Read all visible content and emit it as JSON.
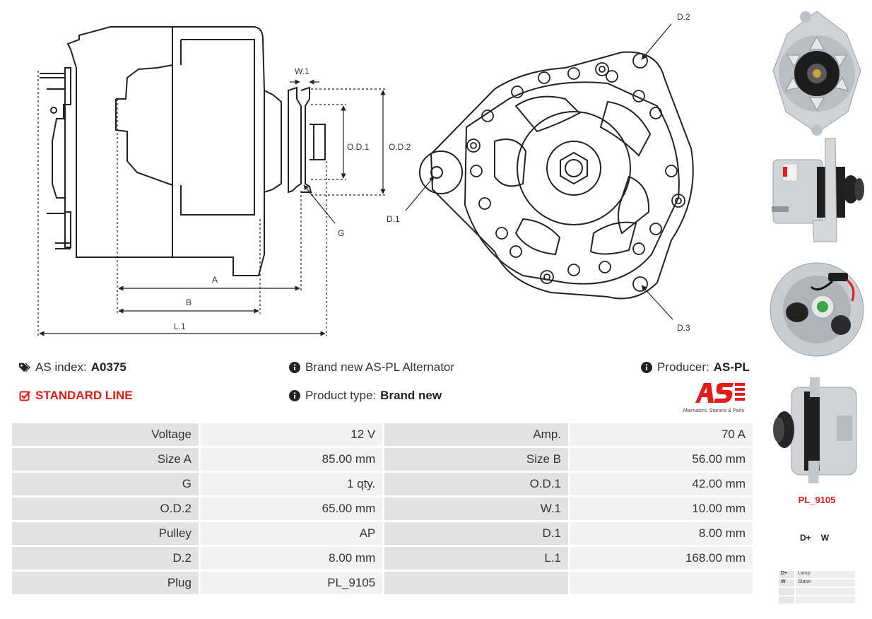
{
  "drawing": {
    "labels": {
      "w1": "W.1",
      "od1": "O.D.1",
      "od2": "O.D.2",
      "g": "G",
      "a": "A",
      "b": "B",
      "l1": "L.1",
      "d1": "D.1",
      "d2": "D.2",
      "d3": "D.3"
    }
  },
  "info": {
    "as_index_label": "AS index:",
    "as_index_value": "A0375",
    "standard_line": "STANDARD LINE",
    "brand_new_text": "Brand new AS-PL Alternator",
    "product_type_label": "Product type:",
    "product_type_value": "Brand new",
    "producer_label": "Producer:",
    "producer_value": "AS-PL",
    "logo_tagline": "Alternators, Starters & Parts"
  },
  "specs": [
    [
      {
        "label": "Voltage",
        "value": "12 V"
      },
      {
        "label": "Amp.",
        "value": "70 A"
      }
    ],
    [
      {
        "label": "Size A",
        "value": "85.00 mm"
      },
      {
        "label": "Size B",
        "value": "56.00 mm"
      }
    ],
    [
      {
        "label": "G",
        "value": "1 qty."
      },
      {
        "label": "O.D.1",
        "value": "42.00 mm"
      }
    ],
    [
      {
        "label": "O.D.2",
        "value": "65.00 mm"
      },
      {
        "label": "W.1",
        "value": "10.00 mm"
      }
    ],
    [
      {
        "label": "Pulley",
        "value": "AP"
      },
      {
        "label": "D.1",
        "value": "8.00 mm"
      }
    ],
    [
      {
        "label": "D.2",
        "value": "8.00 mm"
      },
      {
        "label": "L.1",
        "value": "168.00 mm"
      }
    ],
    [
      {
        "label": "Plug",
        "value": "PL_9105"
      },
      {
        "label": "",
        "value": ""
      }
    ]
  ],
  "sidebar": {
    "plug_code": "PL_9105",
    "terminals": [
      "D+",
      "W"
    ],
    "legend": [
      {
        "key": "D+",
        "value": "Lamp"
      },
      {
        "key": "W",
        "value": "Stator"
      },
      {
        "key": "",
        "value": ""
      },
      {
        "key": "",
        "value": ""
      }
    ]
  },
  "colors": {
    "accent_red": "#e21b1b",
    "label_bg": "#e2e2e2",
    "value_bg": "#f2f2f2"
  }
}
